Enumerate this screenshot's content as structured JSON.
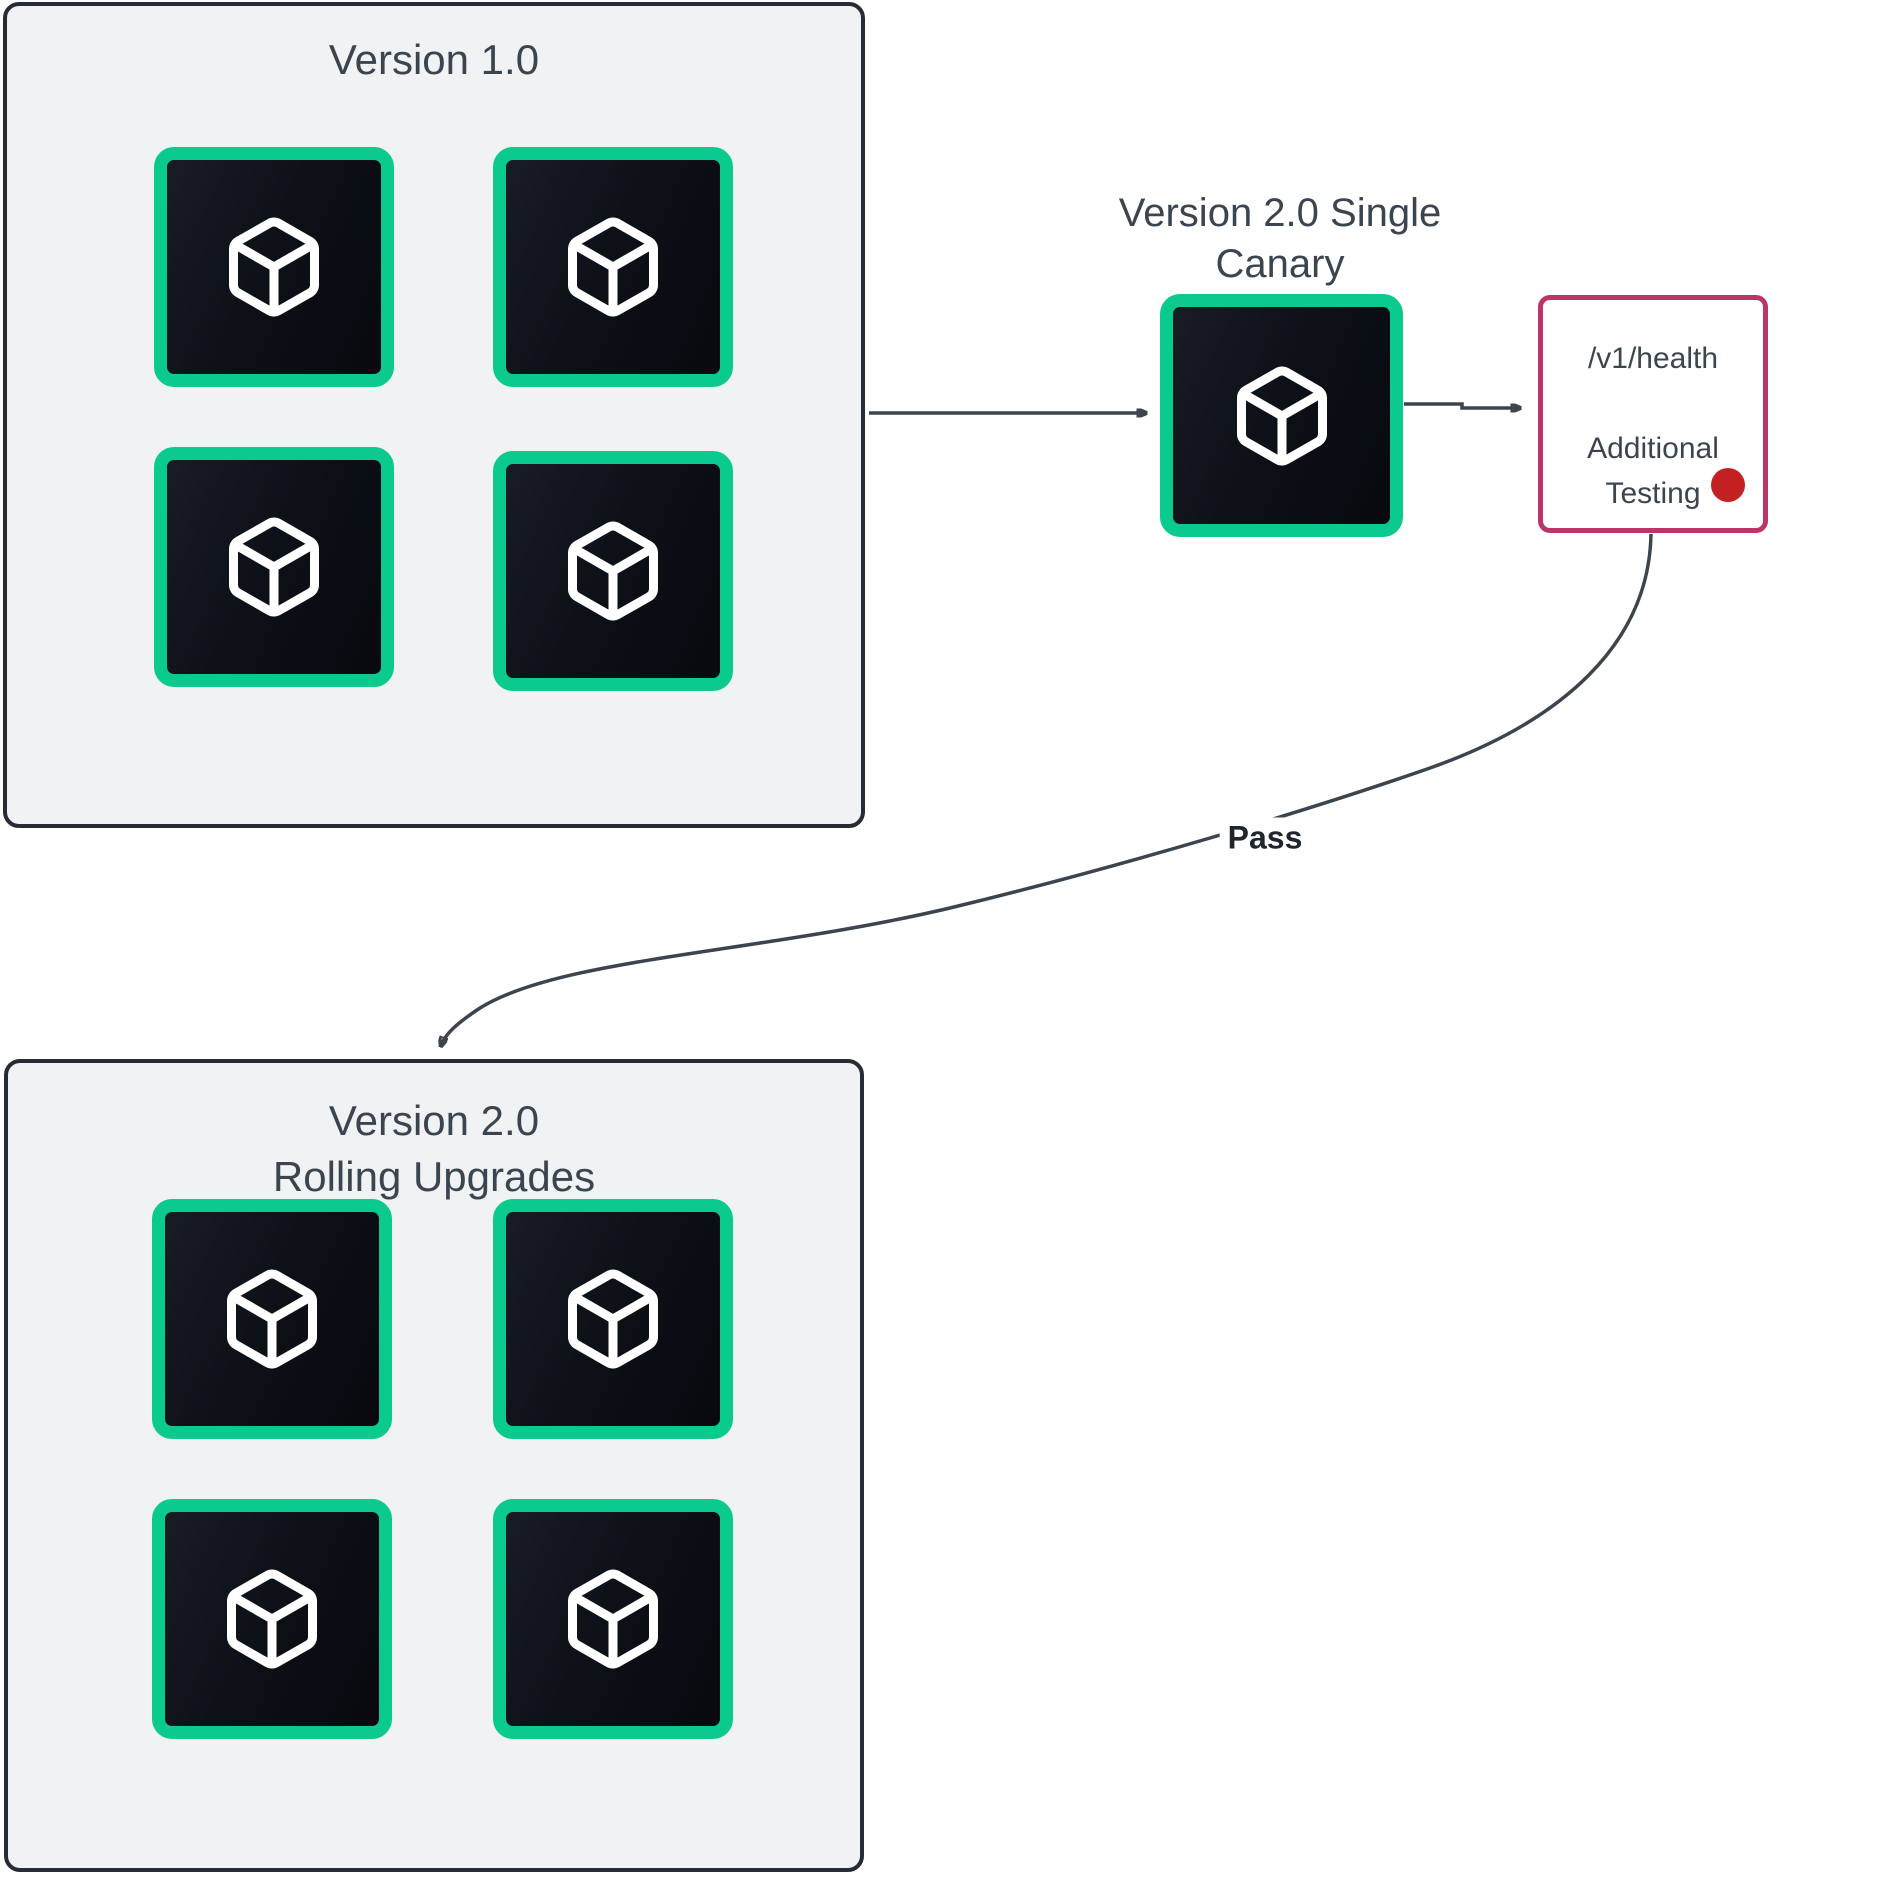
{
  "colors": {
    "zone_fill": "#f0f2f4",
    "zone_border": "#262c35",
    "instance_green": "#0bca8d",
    "connector": "#3c444e",
    "text": "#3b4550",
    "health_border": "#bd3468",
    "status_dot": "#c32121"
  },
  "version1_group": {
    "title": "Version 1.0",
    "instance_count": 4,
    "instance_icon": "cube-icon"
  },
  "canary": {
    "label_line1": "Version 2.0 Single",
    "label_line2": "Canary",
    "instance_count": 1,
    "instance_icon": "cube-icon"
  },
  "health_check": {
    "endpoint": "/v1/health",
    "note_line1": "Additional",
    "note_line2": "Testing",
    "status_indicator": "red-dot"
  },
  "flow": {
    "pass_label": "Pass"
  },
  "version2_group": {
    "title_line1": "Version 2.0",
    "title_line2": "Rolling Upgrades",
    "instance_count": 4,
    "instance_icon": "cube-icon"
  }
}
